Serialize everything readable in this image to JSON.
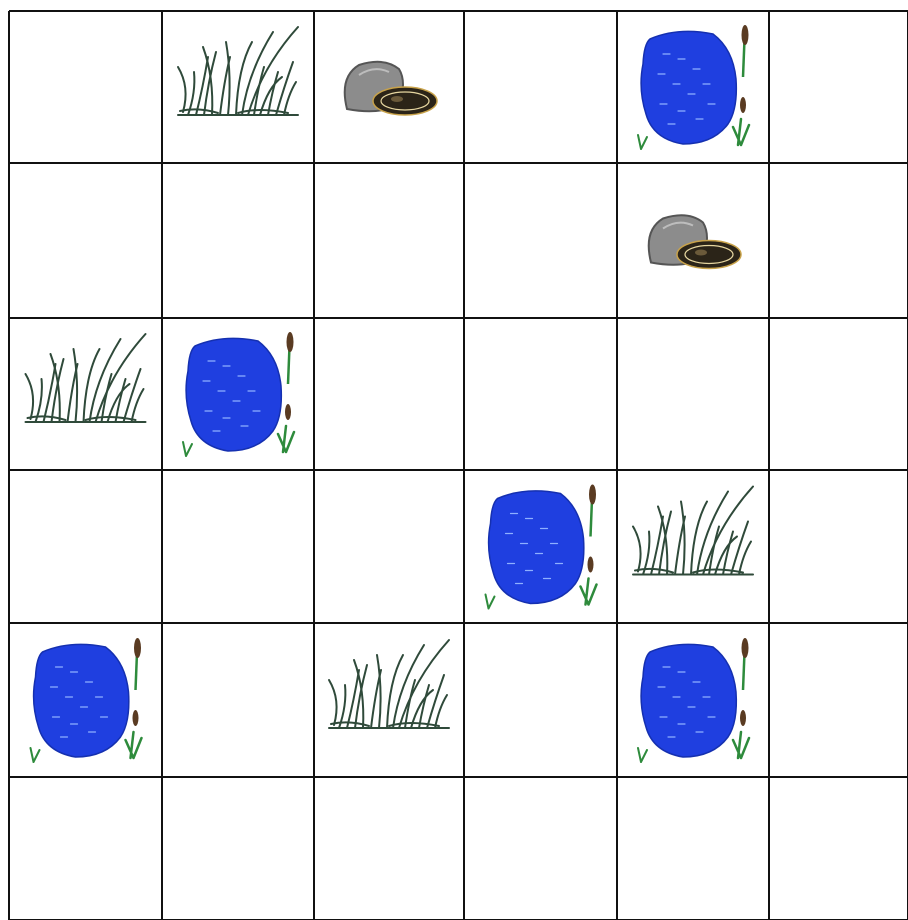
{
  "board": {
    "rows": 6,
    "cols": 6,
    "cells": [
      [
        "empty",
        "grass",
        "rock",
        "empty",
        "pond",
        "empty"
      ],
      [
        "empty",
        "empty",
        "empty",
        "empty",
        "rock",
        "empty"
      ],
      [
        "grass",
        "pond",
        "empty",
        "empty",
        "empty",
        "empty"
      ],
      [
        "empty",
        "empty",
        "empty",
        "pond",
        "grass",
        "empty"
      ],
      [
        "pond",
        "empty",
        "grass",
        "empty",
        "pond",
        "empty"
      ],
      [
        "empty",
        "empty",
        "empty",
        "empty",
        "empty",
        "empty"
      ]
    ]
  },
  "colors": {
    "grid": "#111111",
    "background": "#ffffff",
    "water": "#1f3fe0",
    "water_ripple": "#8fb0ff",
    "grass": "#2f4a3a",
    "reed_stalk": "#2e8b3c",
    "reed_head": "#5a3b22",
    "rock_gray": "#8c8c8c",
    "rock_dark": "#2b2418"
  }
}
